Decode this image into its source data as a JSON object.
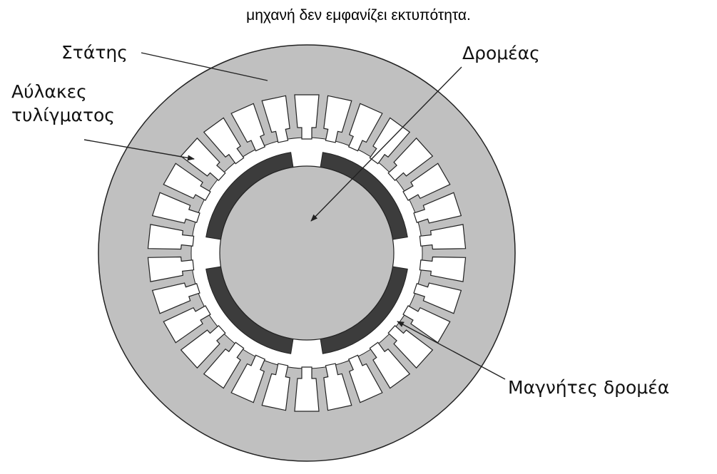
{
  "caption": "μηχανή δεν εμφανίζει εκτυπότητα.",
  "labels": {
    "stator": "Στάτης",
    "slots_line1": "Αύλακες",
    "slots_line2": "τυλίγματος",
    "rotor": "Δρομέας",
    "magnets": "Μαγνήτες δρομέα"
  },
  "colors": {
    "stator": "#c0c0c0",
    "rotor": "#c0c0c0",
    "magnet": "#3c3c3c",
    "slot": "#ffffff",
    "outline": "#222222"
  },
  "slot_count": 30,
  "magnet_count": 4
}
